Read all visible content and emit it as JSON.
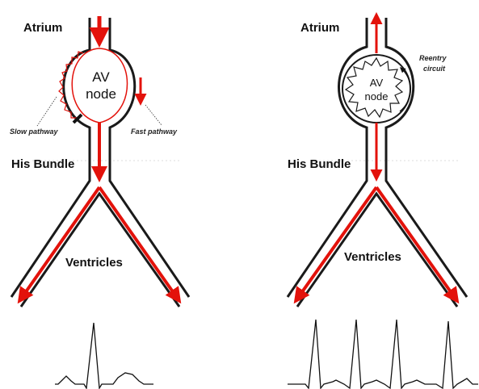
{
  "left_panel": {
    "atrium_label": "Atrium",
    "av_node_line1": "AV",
    "av_node_line2": "node",
    "slow_pathway_label": "Slow pathway",
    "fast_pathway_label": "Fast pathway",
    "his_bundle_label": "His Bundle",
    "ventricles_label": "Ventricles"
  },
  "right_panel": {
    "atrium_label": "Atrium",
    "av_node_line1": "AV",
    "av_node_line2": "node",
    "reentry_line1": "Reentry",
    "reentry_line2": "circuit",
    "his_bundle_label": "His Bundle",
    "ventricles_label": "Ventricles"
  },
  "colors": {
    "conduction": "#e3120b",
    "outline": "#1a1a1a"
  }
}
